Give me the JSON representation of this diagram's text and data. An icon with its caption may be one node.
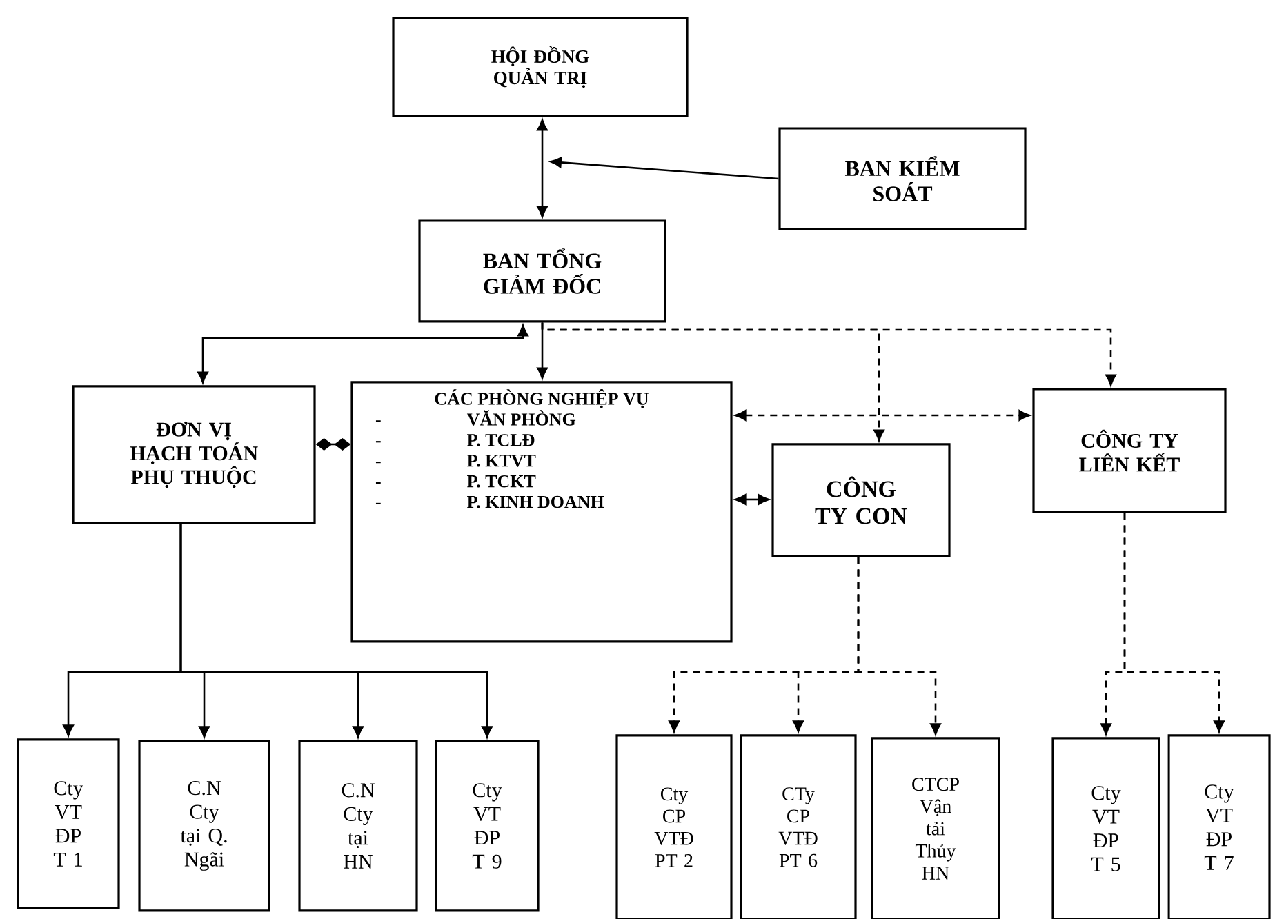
{
  "diagram": {
    "nodes": [
      {
        "text": [
          "HỘI ĐỒNG QUẢN TRỊ"
        ]
      },
      {
        "text": [
          "BAN KIỂM SOÁT"
        ]
      },
      {
        "text": [
          "BAN TỔNG GIẢM ĐỐC"
        ]
      },
      {
        "text": [
          "ĐƠN VỊ HẠCH TOÁN PHỤ THUỘC"
        ]
      },
      {
        "text": [
          "CÁC PHÒNG NGHIỆP VỤ",
          "VĂN PHÒNG",
          "P. TCLĐ",
          "P. KTVT",
          "P. TCKT",
          "P. KINH DOANH"
        ]
      },
      {
        "text": [
          "CÔNG TY CON"
        ]
      },
      {
        "text": [
          "CÔNG TY LIÊN KẾT"
        ]
      },
      {
        "text": [
          "Cty VT ĐP T 1"
        ]
      },
      {
        "text": [
          "C.N Cty tại Q. Ngãi"
        ]
      },
      {
        "text": [
          "C.N Cty tại HN"
        ]
      },
      {
        "text": [
          "Cty VT ĐP T 9"
        ]
      },
      {
        "text": [
          "Cty CP VTĐ PT 2"
        ]
      },
      {
        "text": [
          "CTy CP VTĐ PT 6"
        ]
      },
      {
        "text": [
          "CTCP Vận tải Thủy HN"
        ]
      },
      {
        "text": [
          "Cty VT ĐP T 5"
        ]
      },
      {
        "text": [
          "Cty VT ĐP T 7"
        ]
      }
    ],
    "edges": [
      {
        "from": 0,
        "to": 2,
        "arrow": "both"
      },
      {
        "from": 1,
        "to": null,
        "arrow": "to"
      },
      {
        "from": 2,
        "to": 3,
        "arrow": "both"
      },
      {
        "from": 2,
        "to": 4,
        "arrow": "to"
      },
      {
        "from": 2,
        "to": 5,
        "arrow": "to",
        "style": "dashed"
      },
      {
        "from": 2,
        "to": 6,
        "arrow": "to",
        "style": "dashed"
      },
      {
        "from": 3,
        "to": 4,
        "arrow": "other"
      },
      {
        "from": 4,
        "to": 6,
        "arrow": "both",
        "style": "dashed"
      },
      {
        "from": 4,
        "to": 5,
        "arrow": "both"
      },
      {
        "from": 3,
        "to": 7,
        "arrow": "to"
      },
      {
        "from": 3,
        "to": 8,
        "arrow": "to"
      },
      {
        "from": 3,
        "to": 9,
        "arrow": "to"
      },
      {
        "from": 3,
        "to": 10,
        "arrow": "to"
      },
      {
        "from": 5,
        "to": 11,
        "arrow": "to",
        "style": "dashed"
      },
      {
        "from": 5,
        "to": 12,
        "arrow": "to",
        "style": "dashed"
      },
      {
        "from": 5,
        "to": 13,
        "arrow": "to",
        "style": "dashed"
      },
      {
        "from": 6,
        "to": 14,
        "arrow": "to",
        "style": "dashed"
      },
      {
        "from": 6,
        "to": 15,
        "arrow": "to",
        "style": "dashed"
      }
    ],
    "labels": [
      "-",
      "-",
      "-",
      "-",
      "-"
    ]
  }
}
